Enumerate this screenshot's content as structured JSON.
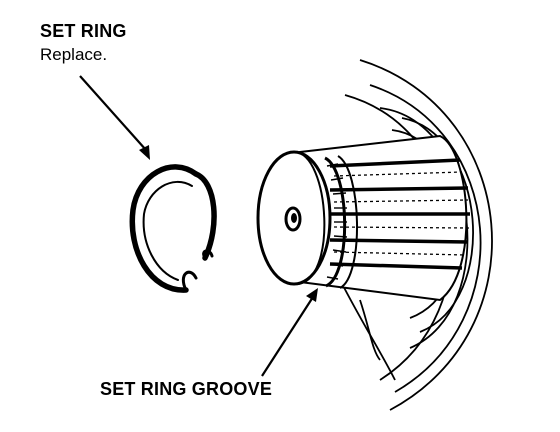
{
  "labels": {
    "set_ring": "SET RING",
    "set_ring_note": "Replace.",
    "set_ring_groove": "SET RING GROOVE"
  },
  "colors": {
    "ink": "#000000",
    "paper": "#ffffff"
  }
}
